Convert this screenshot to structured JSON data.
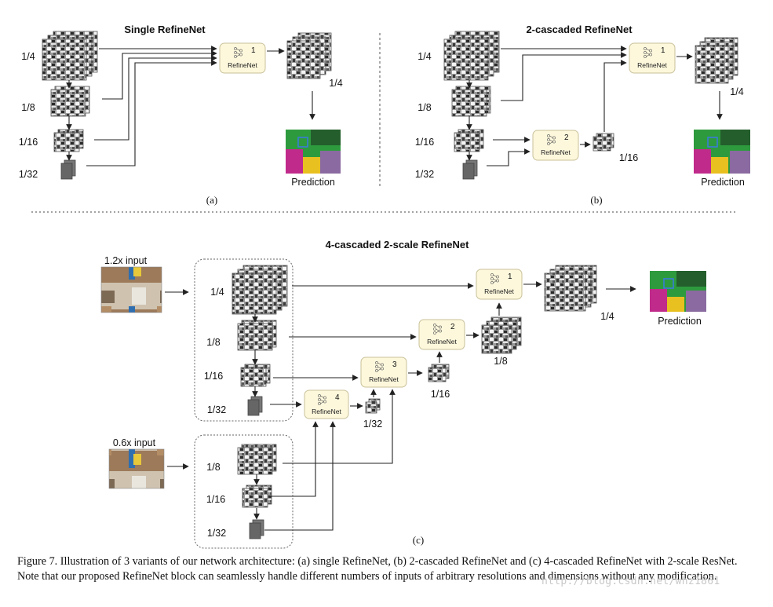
{
  "panel_a": {
    "title": "Single RefineNet",
    "scales": [
      "1/4",
      "1/8",
      "1/16",
      "1/32"
    ],
    "block": {
      "index": "1",
      "label": "RefineNet"
    },
    "output_scale": "1/4",
    "prediction_label": "Prediction",
    "caption_label": "(a)"
  },
  "panel_b": {
    "title": "2-cascaded RefineNet",
    "scales": [
      "1/4",
      "1/8",
      "1/16",
      "1/32"
    ],
    "blocks": [
      {
        "index": "1",
        "label": "RefineNet"
      },
      {
        "index": "2",
        "label": "RefineNet"
      }
    ],
    "intermediate_scale": "1/16",
    "output_scale": "1/4",
    "prediction_label": "Prediction",
    "caption_label": "(b)"
  },
  "panel_c": {
    "title": "4-cascaded 2-scale RefineNet",
    "input_high": "1.2x input",
    "input_low": "0.6x input",
    "scales_high": [
      "1/4",
      "1/8",
      "1/16",
      "1/32"
    ],
    "scales_low": [
      "1/8",
      "1/16",
      "1/32"
    ],
    "blocks": [
      {
        "index": "1",
        "label": "RefineNet"
      },
      {
        "index": "2",
        "label": "RefineNet"
      },
      {
        "index": "3",
        "label": "RefineNet"
      },
      {
        "index": "4",
        "label": "RefineNet"
      }
    ],
    "intermediate_scales": [
      "1/8",
      "1/16",
      "1/32"
    ],
    "output_scale": "1/4",
    "prediction_label": "Prediction",
    "caption_label": "(c)"
  },
  "caption": "Figure 7. Illustration of 3 variants of our network architecture: (a) single RefineNet, (b) 2-cascaded RefineNet and (c) 4-cascaded RefineNet with 2-scale ResNet. Note that our proposed RefineNet block can seamlessly handle different numbers of inputs of arbitrary resolutions and dimensions without any modification.",
  "watermark": "http://blog.csdn.net/whz1861",
  "colors": {
    "block_fill": "#fdf8dc",
    "block_border": "#c9c19a",
    "prediction_green": "#2e9a3e",
    "prediction_magenta": "#c02a8a",
    "prediction_yellow": "#e8c020"
  }
}
